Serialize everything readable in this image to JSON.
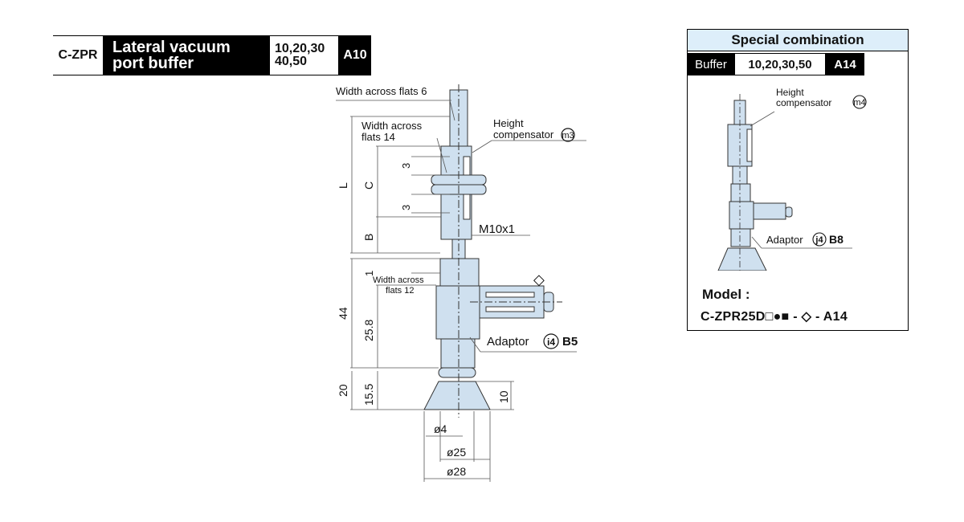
{
  "header": {
    "code": "C-ZPR",
    "title": "Lateral vacuum\nport buffer",
    "strokes": "10,20,30\n40,50",
    "ref": "A10"
  },
  "main_drawing": {
    "width_across_flats_6": "Width across flats 6",
    "width_across_flats_14": "Width across\nflats 14",
    "height_compensator": "Height\ncompensator",
    "height_compensator_mark": "m3",
    "thread": "M10x1",
    "width_across_flats_12": "Width across\nflats 12",
    "adaptor": "Adaptor",
    "adaptor_mark": "i4",
    "adaptor_ref": "B5",
    "dim_L": "L",
    "dim_C": "C",
    "dim_B": "B",
    "dim_3_top": "3",
    "dim_3_bottom": "3",
    "dim_1": "1",
    "dim_44": "44",
    "dim_25_8": "25.8",
    "dim_20": "20",
    "dim_15_5": "15.5",
    "dim_10": "10",
    "dia_4": "ø4",
    "dia_25": "ø25",
    "dia_28": "ø28",
    "diamond": "◇"
  },
  "special_combination": {
    "title": "Special combination",
    "buffer_label": "Buffer",
    "strokes": "10,20,30,50",
    "ref": "A14",
    "height_compensator": "Height\ncompensator",
    "height_compensator_mark": "m4",
    "adaptor": "Adaptor",
    "adaptor_mark": "j4",
    "adaptor_ref": "B8",
    "model_label": "Model :",
    "model_code": "C-ZPR25D□●■ - ◇ - A14"
  },
  "colors": {
    "part_fill": "#cfe0ef",
    "accent_box": "#ddeefa"
  }
}
